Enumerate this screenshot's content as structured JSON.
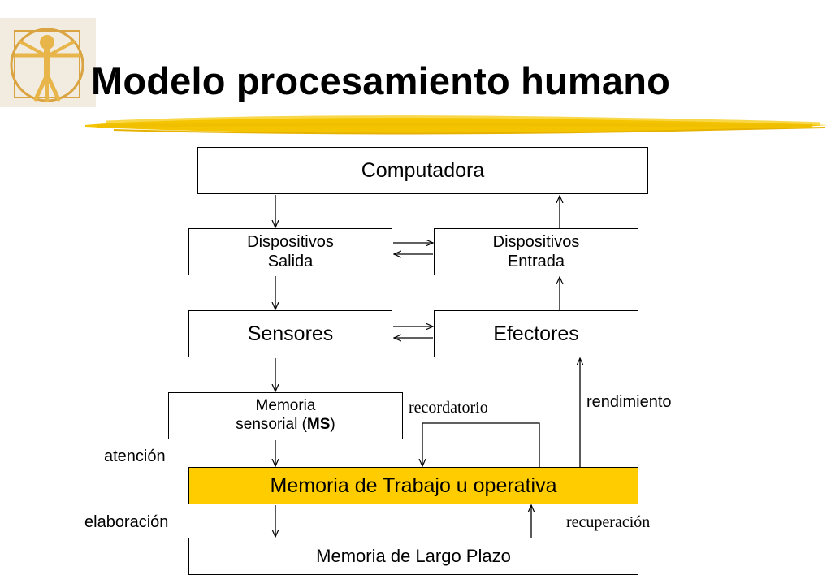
{
  "slide": {
    "title": "Modelo procesamiento humano",
    "logo_icon": "vitruvian-man-icon",
    "underline_color": "#f5c400"
  },
  "boxes": {
    "computadora": "Computadora",
    "disp_salida": [
      "Dispositivos",
      "Salida"
    ],
    "disp_entrada": [
      "Dispositivos",
      "Entrada"
    ],
    "sensores": "Sensores",
    "efectores": "Efectores",
    "memoria_sensorial": {
      "line1": "Memoria",
      "line2_prefix": "sensorial (",
      "line2_bold": "MS",
      "line2_suffix": ")"
    },
    "memoria_trabajo": "Memoria de Trabajo u operativa",
    "memoria_largo_plazo": "Memoria de Largo Plazo"
  },
  "labels": {
    "recordatorio": "recordatorio",
    "rendimiento": "rendimiento",
    "atencion": "atención",
    "elaboracion": "elaboración",
    "recuperacion": "recuperación"
  },
  "colors": {
    "highlight": "#ffcc00",
    "line": "#000000"
  }
}
